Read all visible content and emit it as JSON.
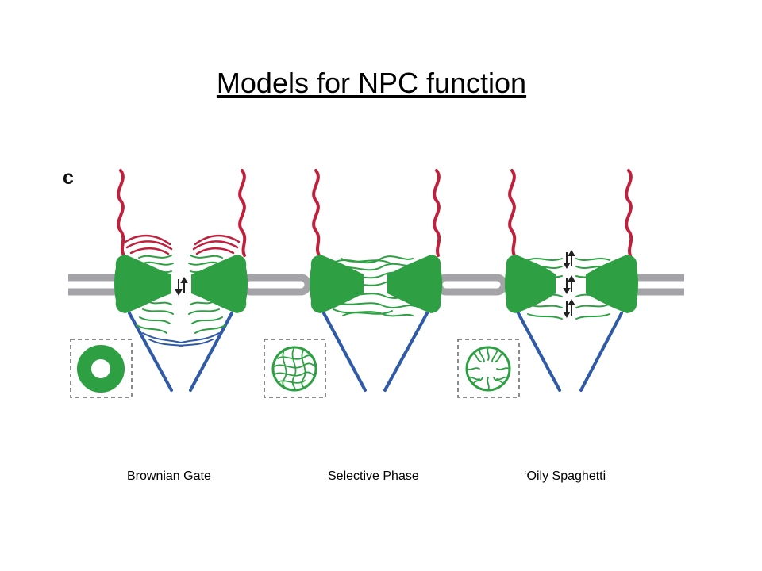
{
  "title": "Models for NPC function",
  "panel_letter": "c",
  "models": [
    {
      "label": "Brownian Gate"
    },
    {
      "label": "Selective Phase"
    },
    {
      "label": "‘Oily Spaghetti"
    }
  ],
  "colors": {
    "nucleoporin_green": "#2ea043",
    "cytoplasmic_filament_red": "#c0203c",
    "nuclear_basket_blue": "#2f5aa8",
    "membrane_gray": "#a4a4a8",
    "inset_border": "#666666"
  }
}
